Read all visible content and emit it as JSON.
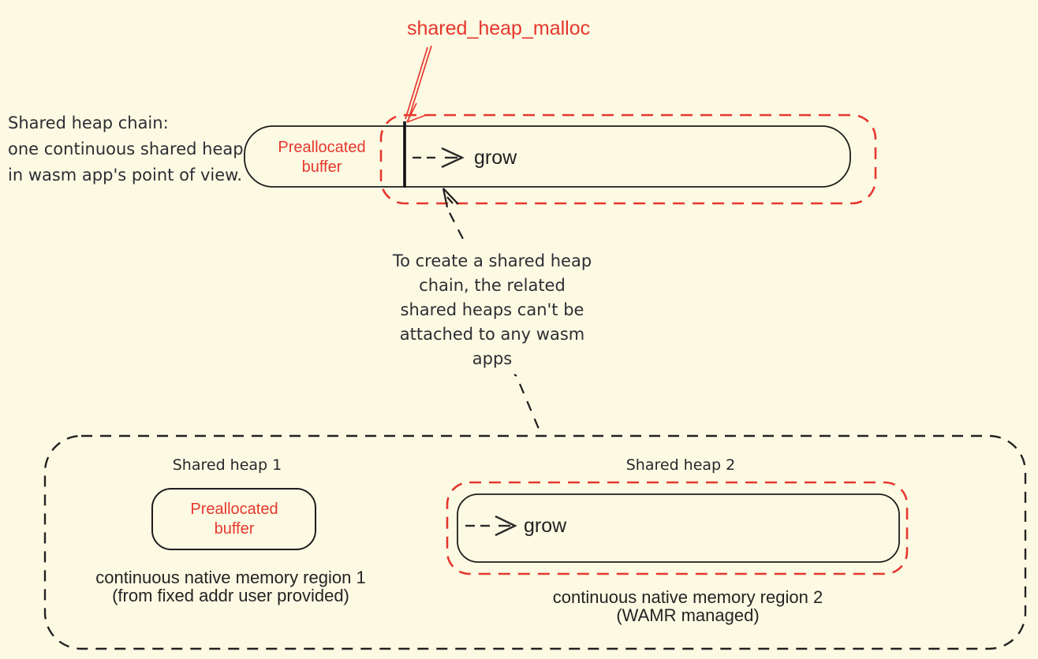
{
  "colors": {
    "background": "#fdfae3",
    "stroke_black": "#1d1d1d",
    "accent_red": "#e6372e",
    "text_dark": "#2b2e33"
  },
  "annotation": {
    "malloc_label": "shared_heap_malloc"
  },
  "left_note": "Shared heap chain:\none continuous shared heap\nin wasm app's point of view.",
  "heap_chain": {
    "preallocated_label": "Preallocated\nbuffer",
    "grow_label": "grow"
  },
  "middle_note": "To create a shared heap\nchain, the related\nshared heaps can't be\nattached to any wasm\napps",
  "heap1": {
    "title": "Shared heap 1",
    "preallocated_label": "Preallocated\nbuffer",
    "caption": "continuous native memory region 1\n(from fixed addr user provided)"
  },
  "heap2": {
    "title": "Shared heap 2",
    "grow_label": "grow",
    "caption": "continuous native memory region 2\n(WAMR managed)"
  }
}
